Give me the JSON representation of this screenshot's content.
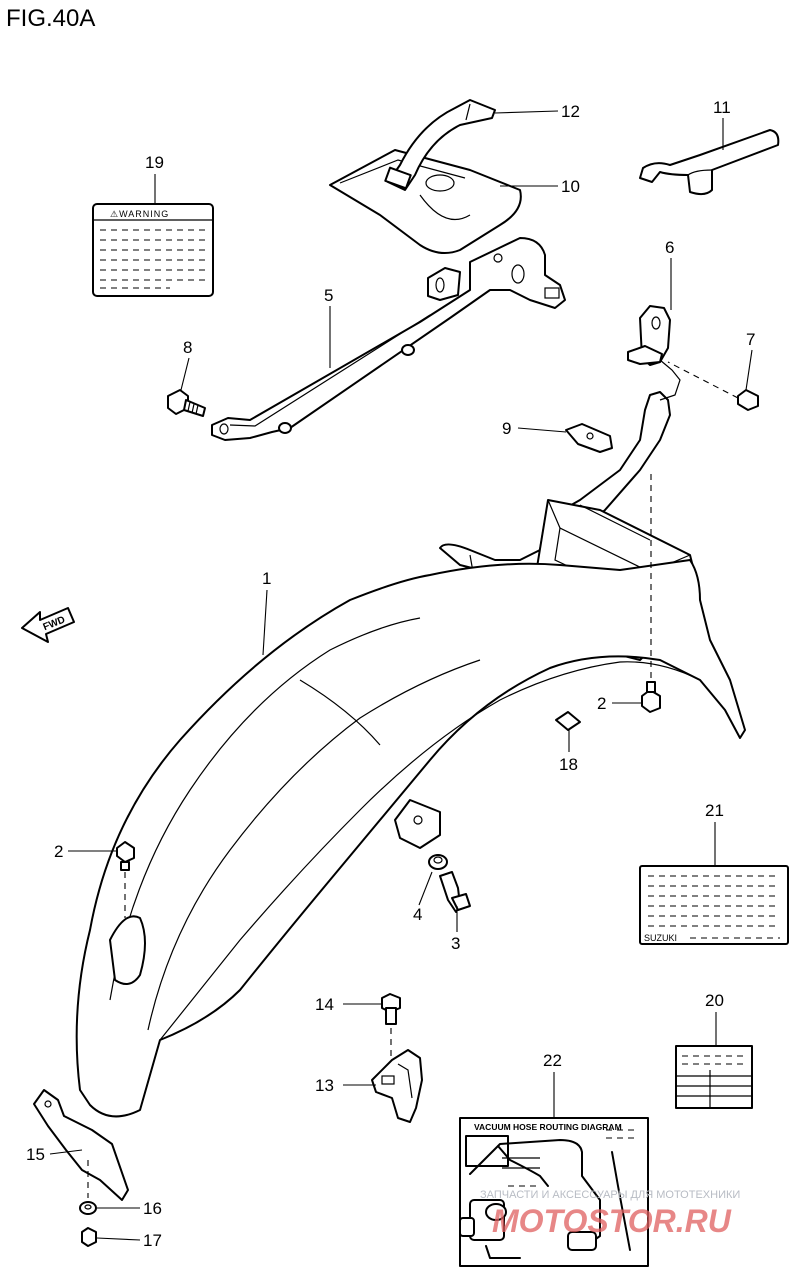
{
  "figure": {
    "title": "FIG.40A"
  },
  "callouts": [
    {
      "id": "c1",
      "num": "1"
    },
    {
      "id": "c2a",
      "num": "2"
    },
    {
      "id": "c2b",
      "num": "2"
    },
    {
      "id": "c3",
      "num": "3"
    },
    {
      "id": "c4",
      "num": "4"
    },
    {
      "id": "c5",
      "num": "5"
    },
    {
      "id": "c6",
      "num": "6"
    },
    {
      "id": "c7",
      "num": "7"
    },
    {
      "id": "c8",
      "num": "8"
    },
    {
      "id": "c9",
      "num": "9"
    },
    {
      "id": "c10",
      "num": "10"
    },
    {
      "id": "c11",
      "num": "11"
    },
    {
      "id": "c12",
      "num": "12"
    },
    {
      "id": "c13",
      "num": "13"
    },
    {
      "id": "c14",
      "num": "14"
    },
    {
      "id": "c15",
      "num": "15"
    },
    {
      "id": "c16",
      "num": "16"
    },
    {
      "id": "c17",
      "num": "17"
    },
    {
      "id": "c18",
      "num": "18"
    },
    {
      "id": "c19",
      "num": "19"
    },
    {
      "id": "c20",
      "num": "20"
    },
    {
      "id": "c21",
      "num": "21"
    },
    {
      "id": "c22",
      "num": "22"
    }
  ],
  "direction_arrow": "FWD",
  "warning_label": "⚠WARNING",
  "brand_label": "SUZUKI",
  "vacuum_diagram_title": "VACUUM  HOSE  ROUTING  DIAGRAM",
  "watermark": {
    "line1": "ЗАПЧАСТИ И АКСЕССУАРЫ ДЛЯ МОТОТЕХНИКИ",
    "line2": "MOTOSTOR.RU"
  },
  "colors": {
    "ink": "#000000",
    "paper": "#ffffff",
    "watermark_gray": "#b8bcc4",
    "watermark_red": "#e06060"
  }
}
